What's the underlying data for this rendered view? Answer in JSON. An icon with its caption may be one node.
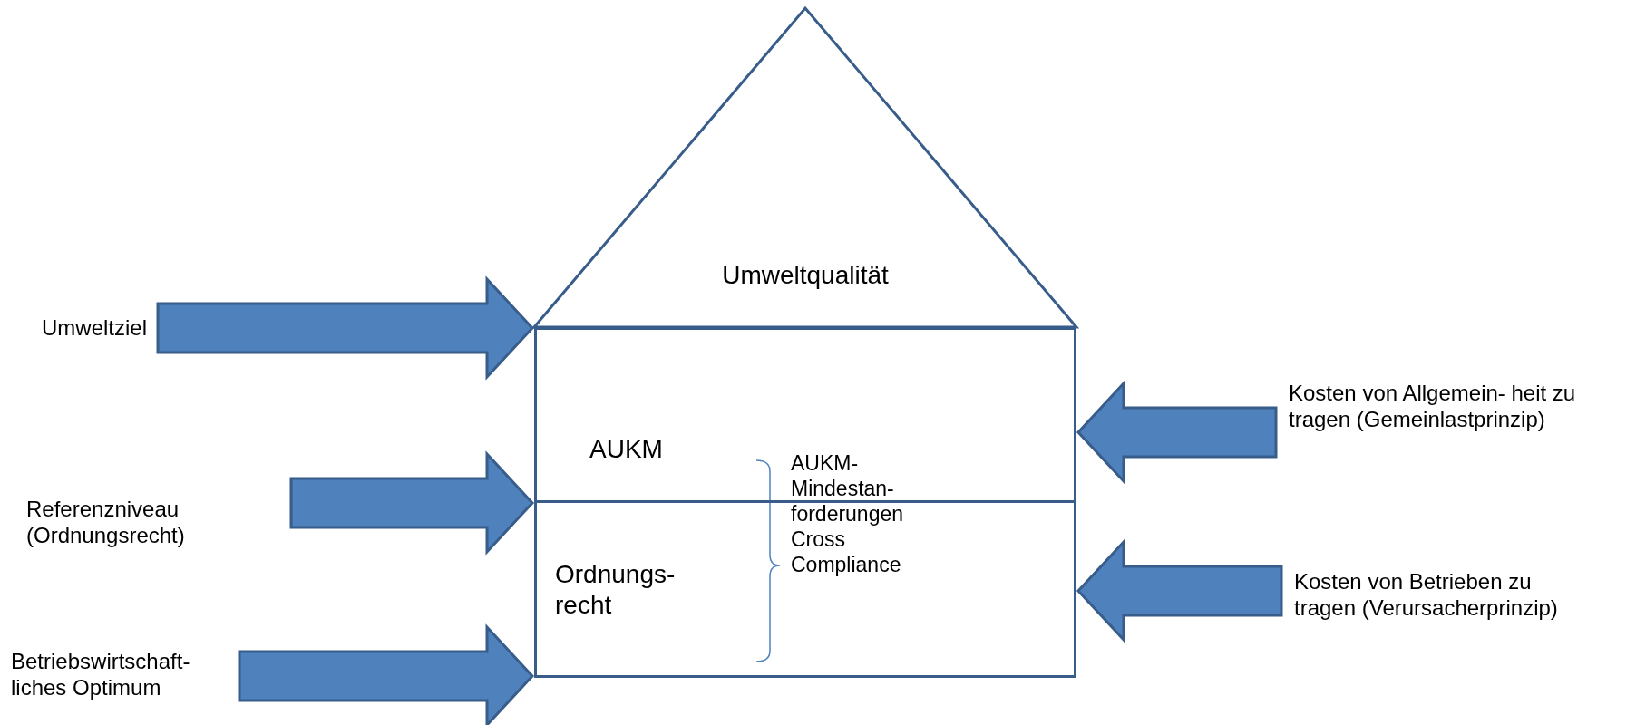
{
  "diagram": {
    "nodes": [
      {
        "text": [
          "Umweltqualität"
        ]
      },
      {
        "text": [
          "Umweltziel"
        ]
      },
      {
        "text": [
          "AUKM"
        ]
      },
      {
        "text": [
          "Kosten von Allgemein- heit zu tragen (Gemeinlastprinzip)"
        ]
      },
      {
        "text": [
          "Referenzniveau (Ordnungsrecht)"
        ]
      },
      {
        "text": [
          "Ordnungs- recht"
        ]
      },
      {
        "text": [
          "Kosten von Betrieben zu tragen (Verursacherprinzip)"
        ]
      },
      {
        "text": [
          "Betriebswirtschaft- liches Optimum"
        ]
      }
    ],
    "edges": [
      {
        "from": 1,
        "to": 0,
        "arrow": "to"
      },
      {
        "from": 3,
        "to": 2,
        "arrow": "to"
      },
      {
        "from": 4,
        "to": 5,
        "arrow": "to"
      },
      {
        "from": 6,
        "to": 5,
        "arrow": "to"
      },
      {
        "from": 7,
        "to": 5,
        "arrow": "to"
      }
    ],
    "labels": [
      "AUKM- Mindestan- forderungen Cross Compliance"
    ]
  }
}
